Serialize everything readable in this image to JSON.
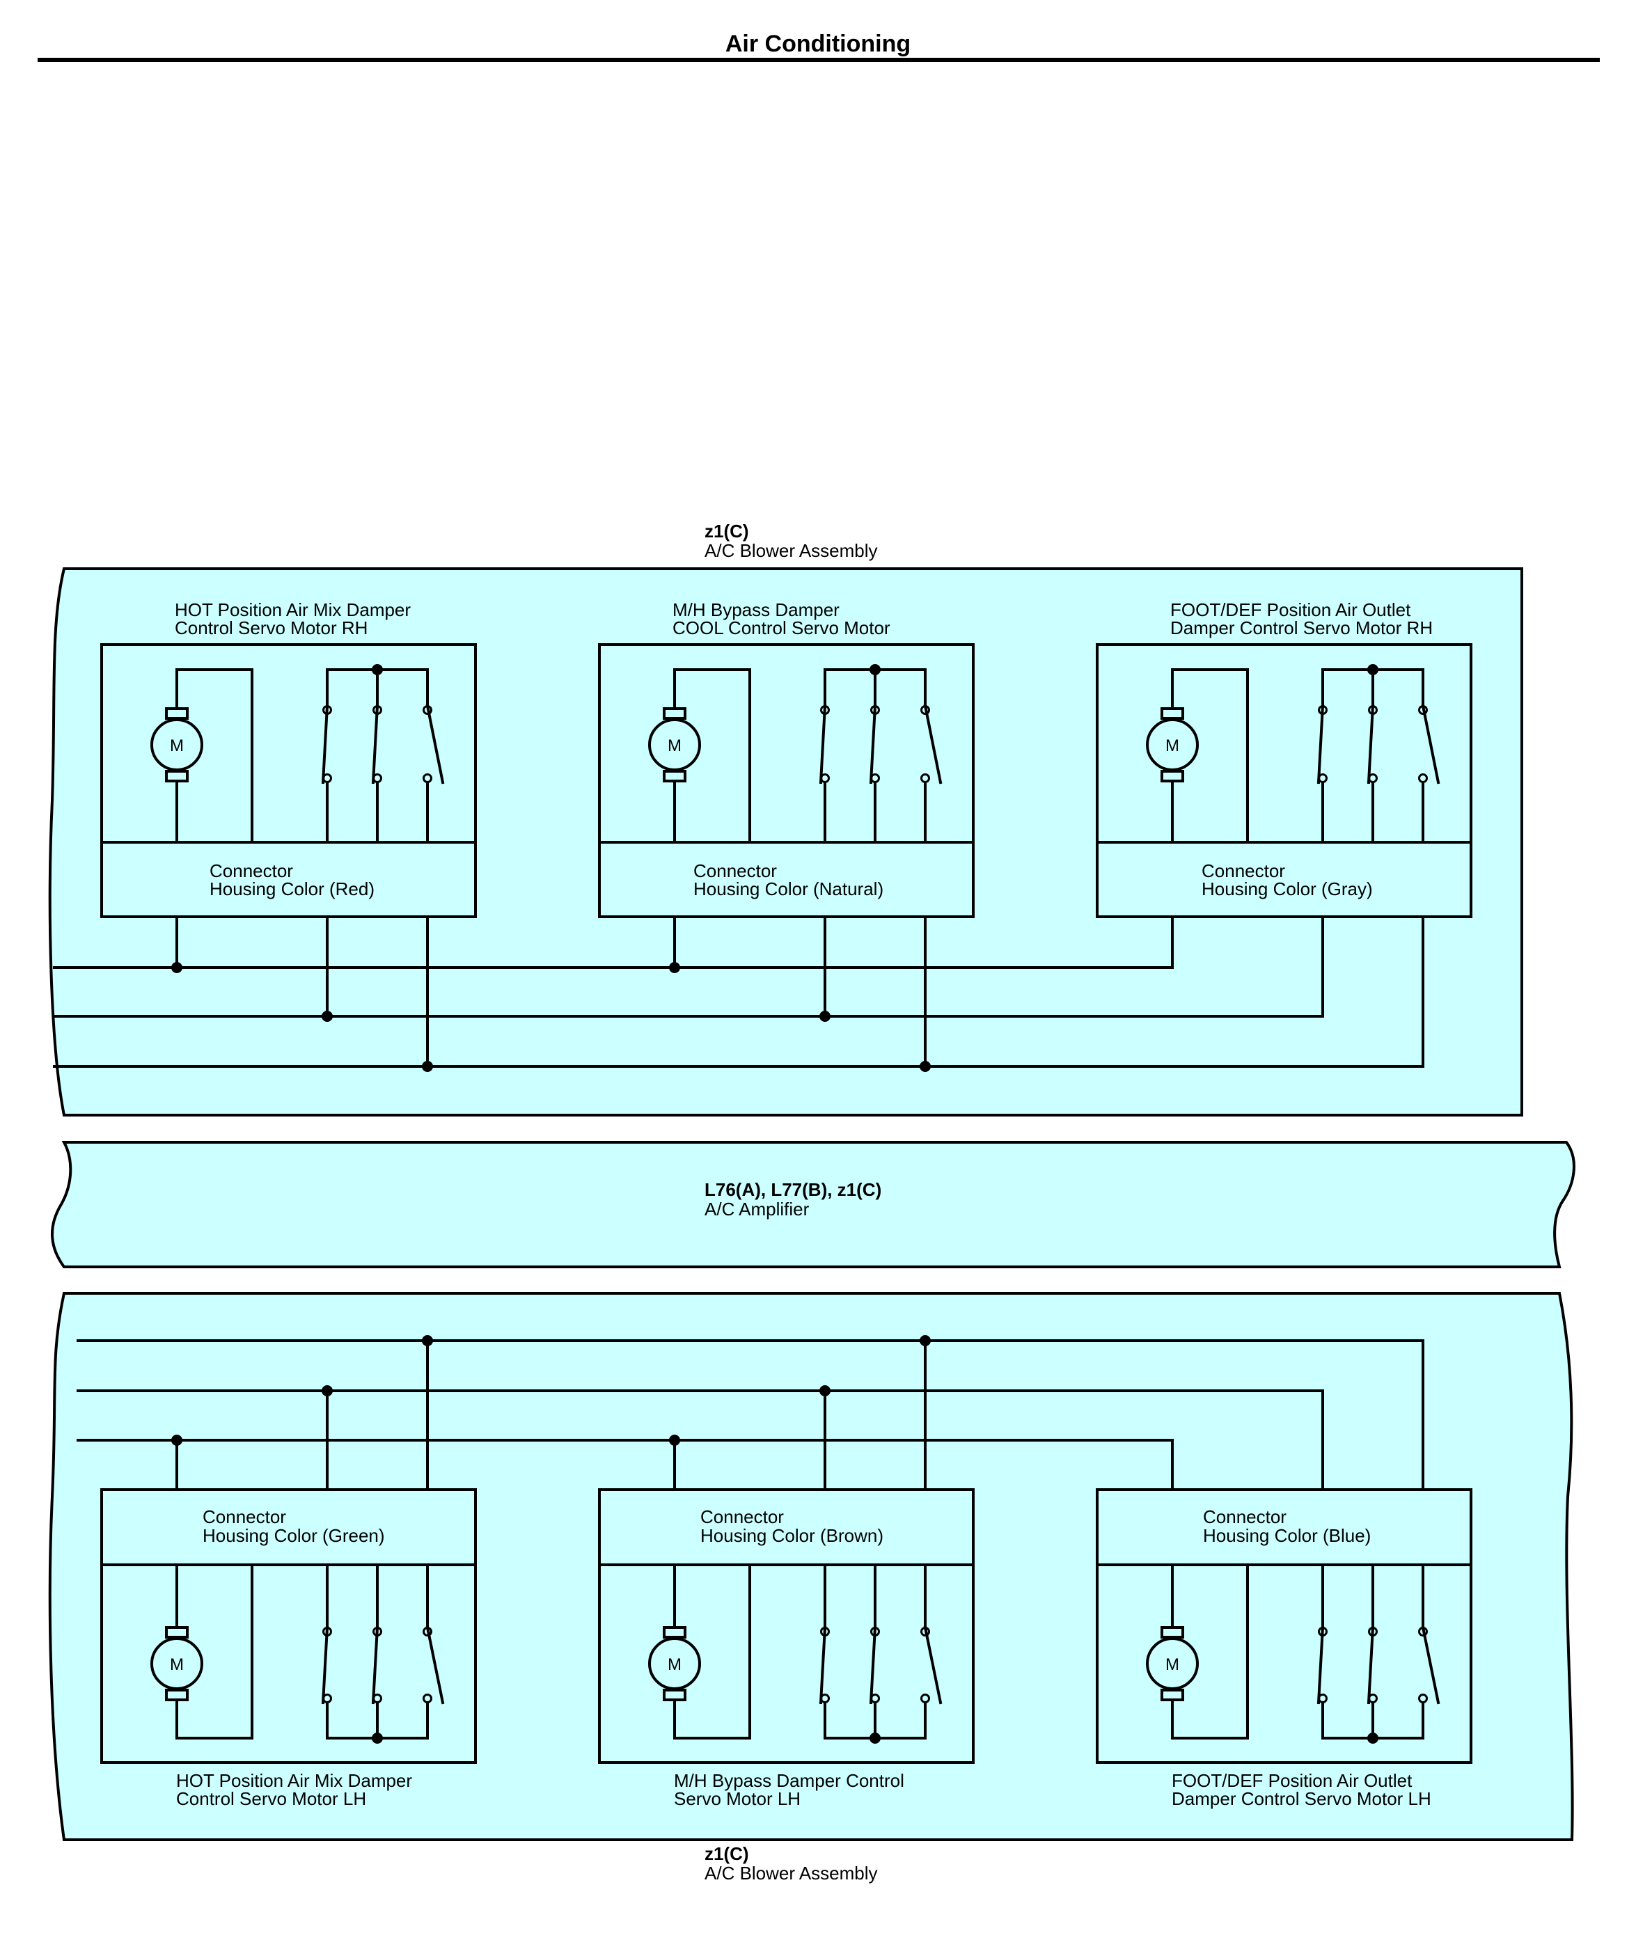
{
  "page_title": "Air Conditioning",
  "colors": {
    "panel": "#ccffff",
    "line": "#000000"
  },
  "top_assembly": {
    "code": "z1(C)",
    "name": "A/C Blower Assembly"
  },
  "amplifier": {
    "code": "L76(A), L77(B), z1(C)",
    "name": "A/C Amplifier"
  },
  "bottom_assembly": {
    "code": "z1(C)",
    "name": "A/C Blower Assembly"
  },
  "motor_symbol": "M",
  "top_units": [
    {
      "title1": "HOT Position Air Mix Damper",
      "title2": "Control Servo Motor RH",
      "conn1": "Connector",
      "conn2": "Housing Color (Red)"
    },
    {
      "title1": "M/H Bypass Damper",
      "title2": "COOL Control Servo Motor",
      "conn1": "Connector",
      "conn2": "Housing Color (Natural)"
    },
    {
      "title1": "FOOT/DEF Position Air Outlet",
      "title2": "Damper Control Servo Motor RH",
      "conn1": "Connector",
      "conn2": "Housing Color (Gray)"
    }
  ],
  "bottom_units": [
    {
      "title1": "HOT Position Air Mix Damper",
      "title2": "Control Servo Motor LH",
      "conn1": "Connector",
      "conn2": "Housing Color (Green)"
    },
    {
      "title1": "M/H Bypass Damper Control",
      "title2": "Servo Motor LH",
      "conn1": "Connector",
      "conn2": "Housing Color (Brown)"
    },
    {
      "title1": "FOOT/DEF Position Air Outlet",
      "title2": "Damper Control Servo Motor LH",
      "conn1": "Connector",
      "conn2": "Housing Color (Blue)"
    }
  ]
}
